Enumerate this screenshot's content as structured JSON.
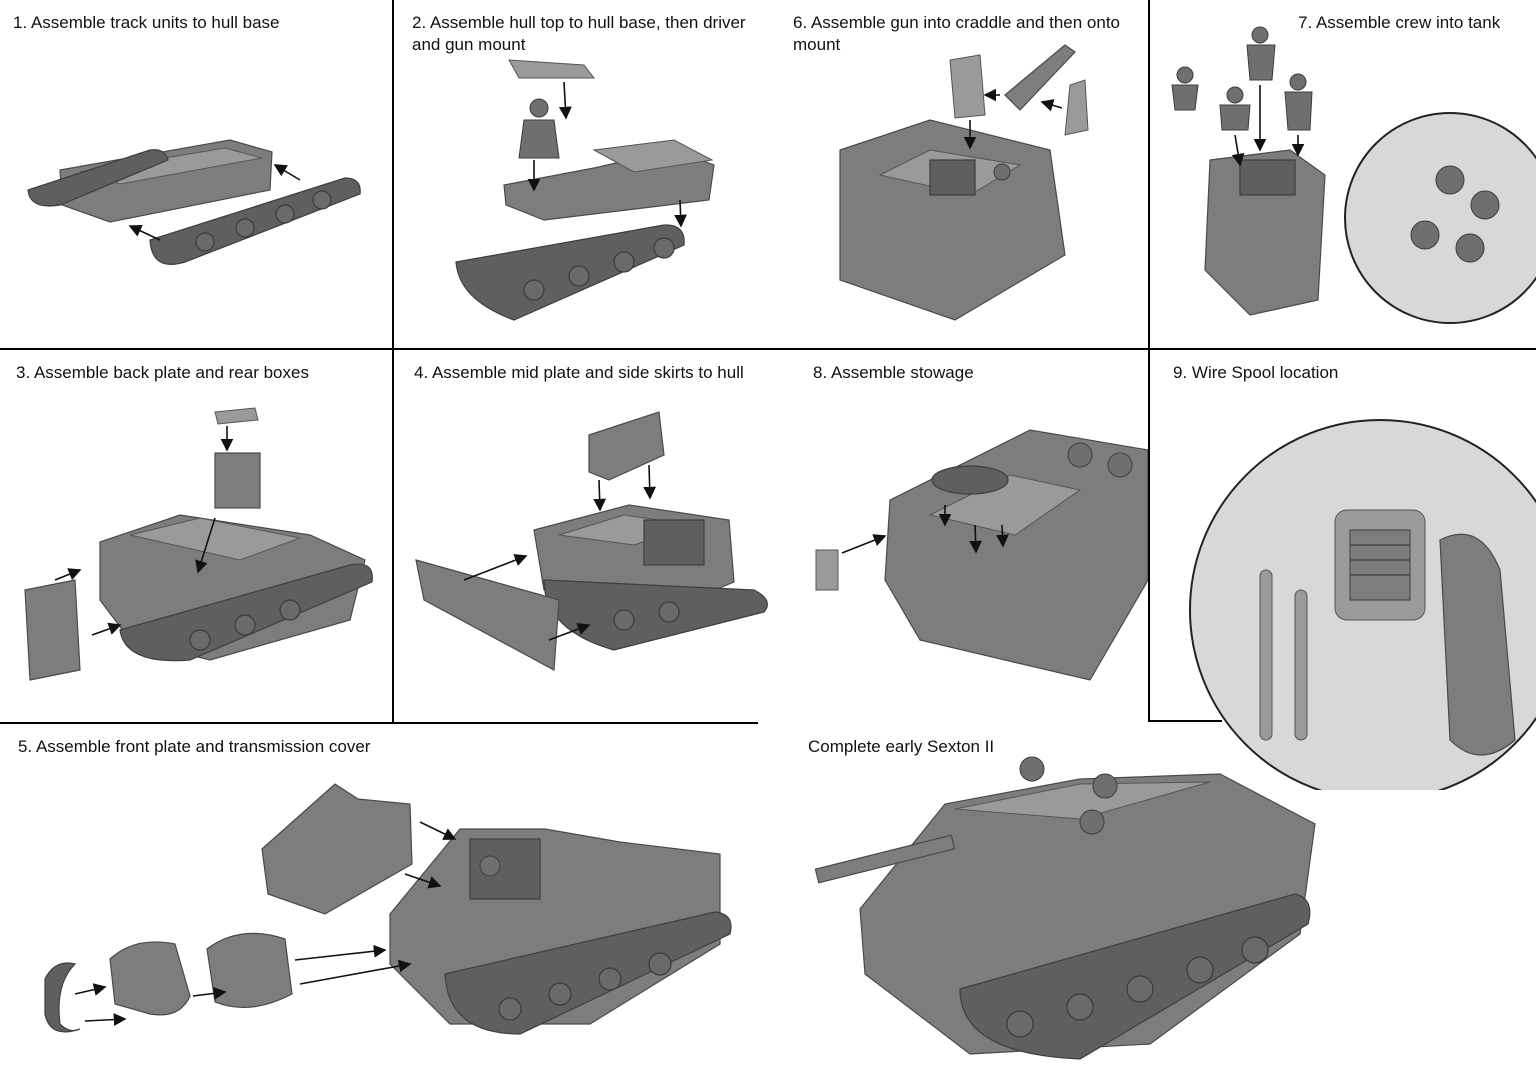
{
  "panels": {
    "step1": {
      "caption": "1. Assemble track units to hull base"
    },
    "step2": {
      "caption": "2. Assemble hull top to hull base, then driver and gun mount"
    },
    "step6": {
      "caption": "6. Assemble gun into craddle and then onto mount"
    },
    "step7": {
      "caption": "7. Assemble crew into tank"
    },
    "step3": {
      "caption": "3. Assemble back plate and rear boxes"
    },
    "step4": {
      "caption": "4. Assemble mid plate and side skirts to hull"
    },
    "step8": {
      "caption": "8. Assemble stowage"
    },
    "step9": {
      "caption": "9. Wire Spool location"
    },
    "step5": {
      "caption": "5. Assemble front plate and transmission cover"
    },
    "complete": {
      "caption": "Complete early Sexton II"
    }
  },
  "colors": {
    "background": "#ffffff",
    "rule": "#000000",
    "model_grey": "#7d7d7d"
  }
}
